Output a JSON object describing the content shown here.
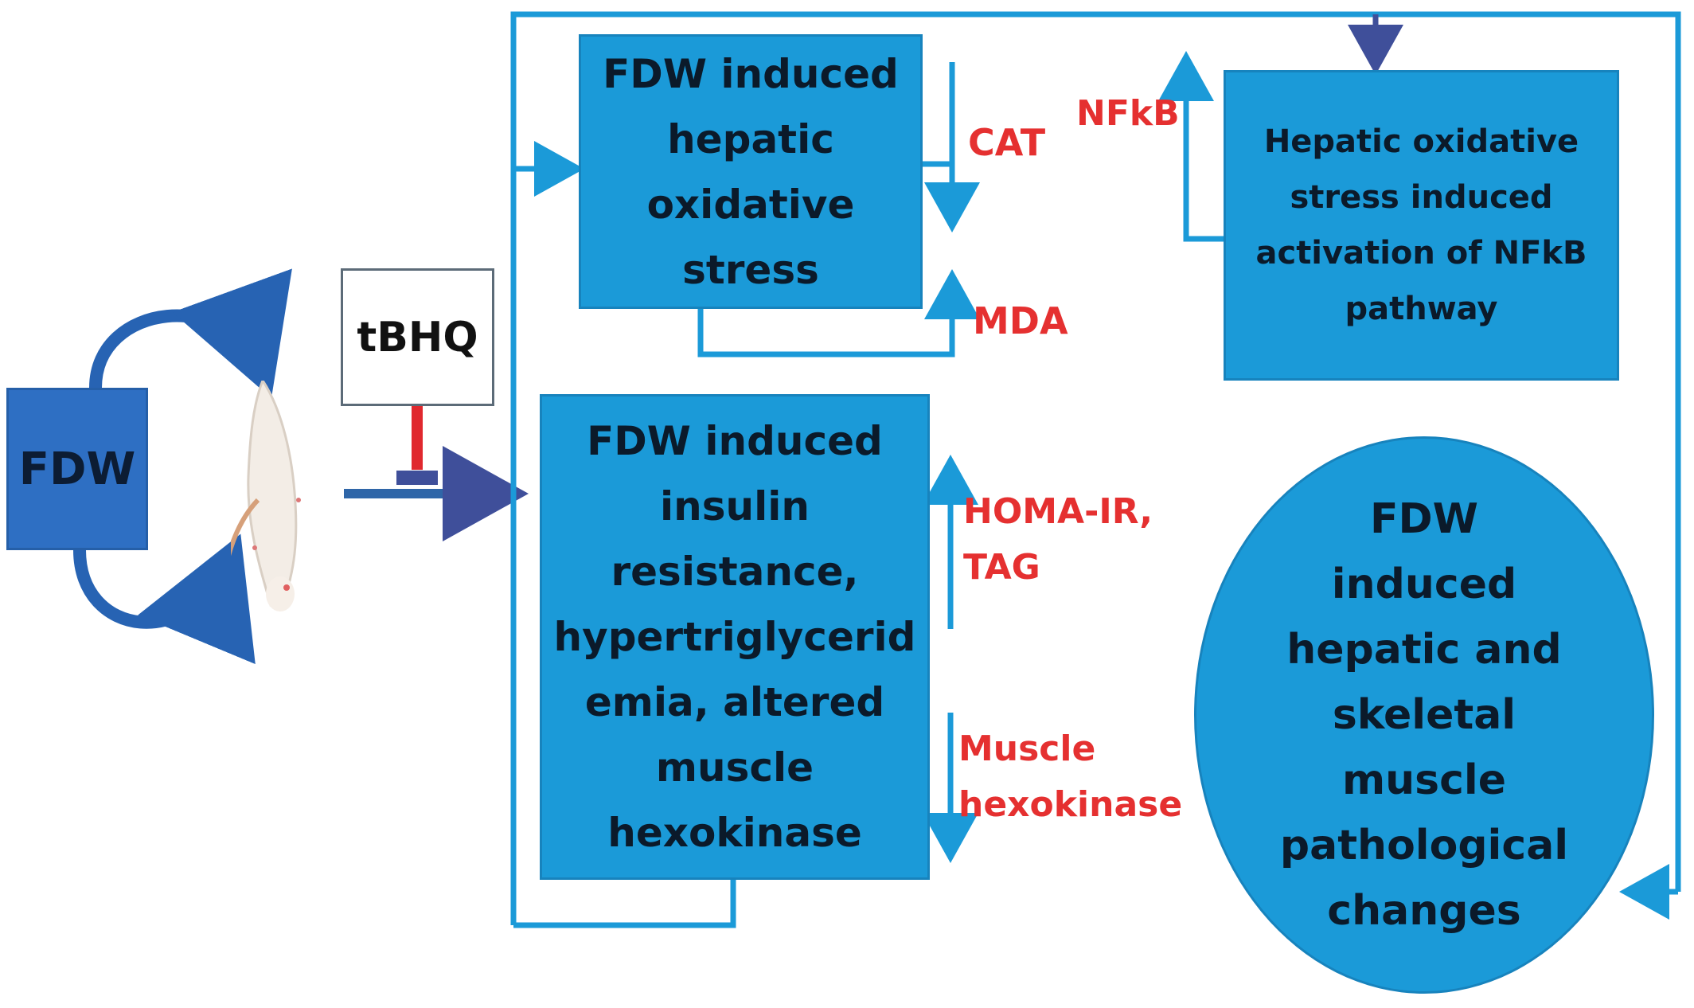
{
  "nodes": {
    "fdw": "FDW",
    "tbhq": "tBHQ",
    "oxidative_stress": "FDW induced\nhepatic\noxidative\nstress",
    "nfkb_activation": "Hepatic oxidative\nstress induced\nactivation of NFkB\npathway",
    "insulin_resistance": "FDW induced\ninsulin\nresistance,\nhypertriglycerid\nemia, altered\nmuscle\nhexokinase",
    "outcome": "FDW\ninduced\nhepatic and\nskeletal\nmuscle\npathological\nchanges"
  },
  "markers": {
    "cat": "CAT",
    "mda": "MDA",
    "nfkb": "NFkB",
    "homa_tag": "HOMA-IR,\nTAG",
    "muscle_hexokinase": "Muscle\nhexokinase"
  },
  "colors": {
    "box_fill": "#1b9ad8",
    "fdw_fill": "#2e6fc3",
    "connector": "#1b9ad8",
    "cycle_arrow": "#2763b3",
    "marker_text": "#e53030",
    "inhibition": "#e0282e"
  }
}
